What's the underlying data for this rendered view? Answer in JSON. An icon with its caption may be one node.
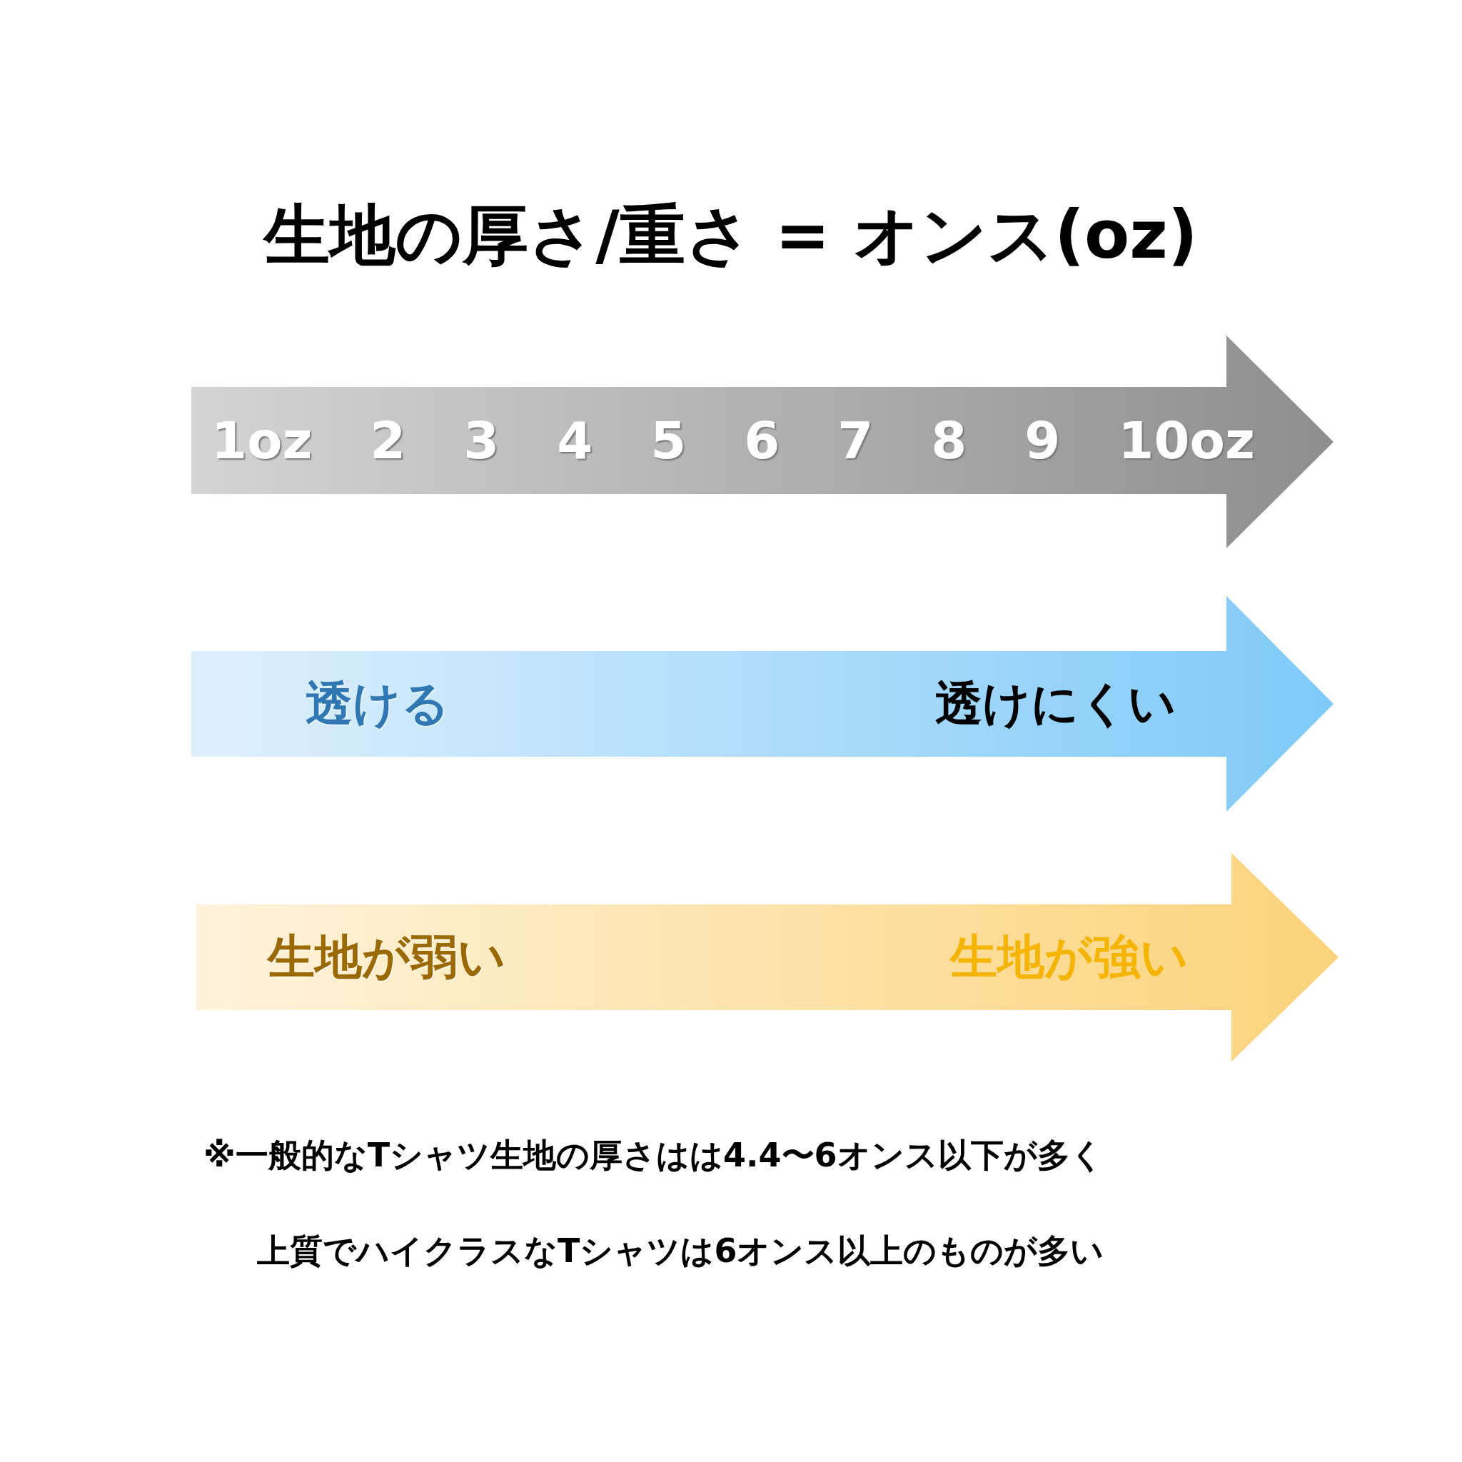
{
  "diagram": {
    "title": "生地の厚さ/重さ = オンス(oz)",
    "nodes": [
      {
        "text": [
          "1oz",
          "2",
          "3",
          "4",
          "5",
          "6",
          "7",
          "8",
          "9",
          "10oz"
        ]
      },
      {
        "text": [
          "透ける",
          "透けにくい"
        ]
      },
      {
        "text": [
          "生地が弱い",
          "生地が強い"
        ]
      }
    ],
    "edges": [],
    "labels": [
      "※一般的なTシャツ生地の厚さはは4.4〜6オンス以下が多く",
      "上質でハイクラスなTシャツは6オンス以上のものが多い"
    ]
  }
}
